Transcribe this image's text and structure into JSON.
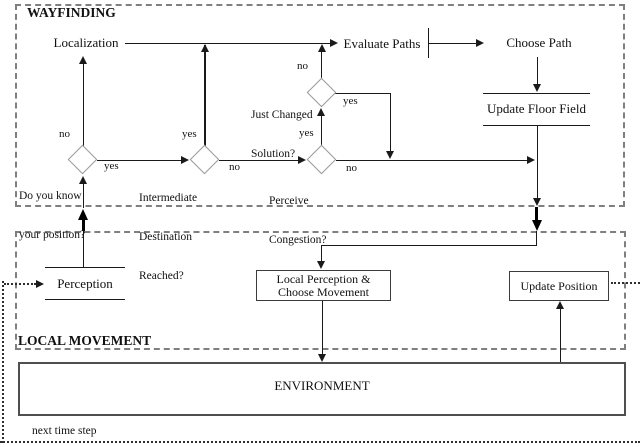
{
  "sections": {
    "wayfinding": "WAYFINDING",
    "local_movement": "LOCAL MOVEMENT"
  },
  "nodes": {
    "localization": "Localization",
    "evaluate_paths": "Evaluate Paths",
    "choose_path": "Choose Path",
    "update_floor_field": "Update Floor Field",
    "perception": "Perception",
    "local_perception": {
      "line1": "Local  Perception &",
      "line2": "Choose Movement"
    },
    "update_position": "Update Position",
    "environment": "ENVIRONMENT"
  },
  "decisions": {
    "know_position": {
      "line1": "Do you know",
      "line2": "your position?"
    },
    "intermediate_destination": {
      "line1": "Intermediate",
      "line2": "Destination",
      "line3": "Reached?"
    },
    "perceive_congestion": {
      "line1": "Perceive",
      "line2": "Congestion?"
    },
    "just_changed_solution": {
      "line1": "Just Changed",
      "line2": "Solution?"
    }
  },
  "edge_labels": {
    "know_position_no": "no",
    "know_position_yes": "yes",
    "intermediate_yes": "yes",
    "intermediate_no": "no",
    "congestion_yes": "yes",
    "congestion_no": "no",
    "just_changed_no": "no",
    "just_changed_yes": "yes"
  },
  "footer": {
    "next_time_step": "next time step"
  },
  "colors": {
    "line": "#1a1a1a",
    "dashed_border": "#7f7f7f",
    "diamond_border": "#9a9a9a",
    "background": "#ffffff"
  }
}
